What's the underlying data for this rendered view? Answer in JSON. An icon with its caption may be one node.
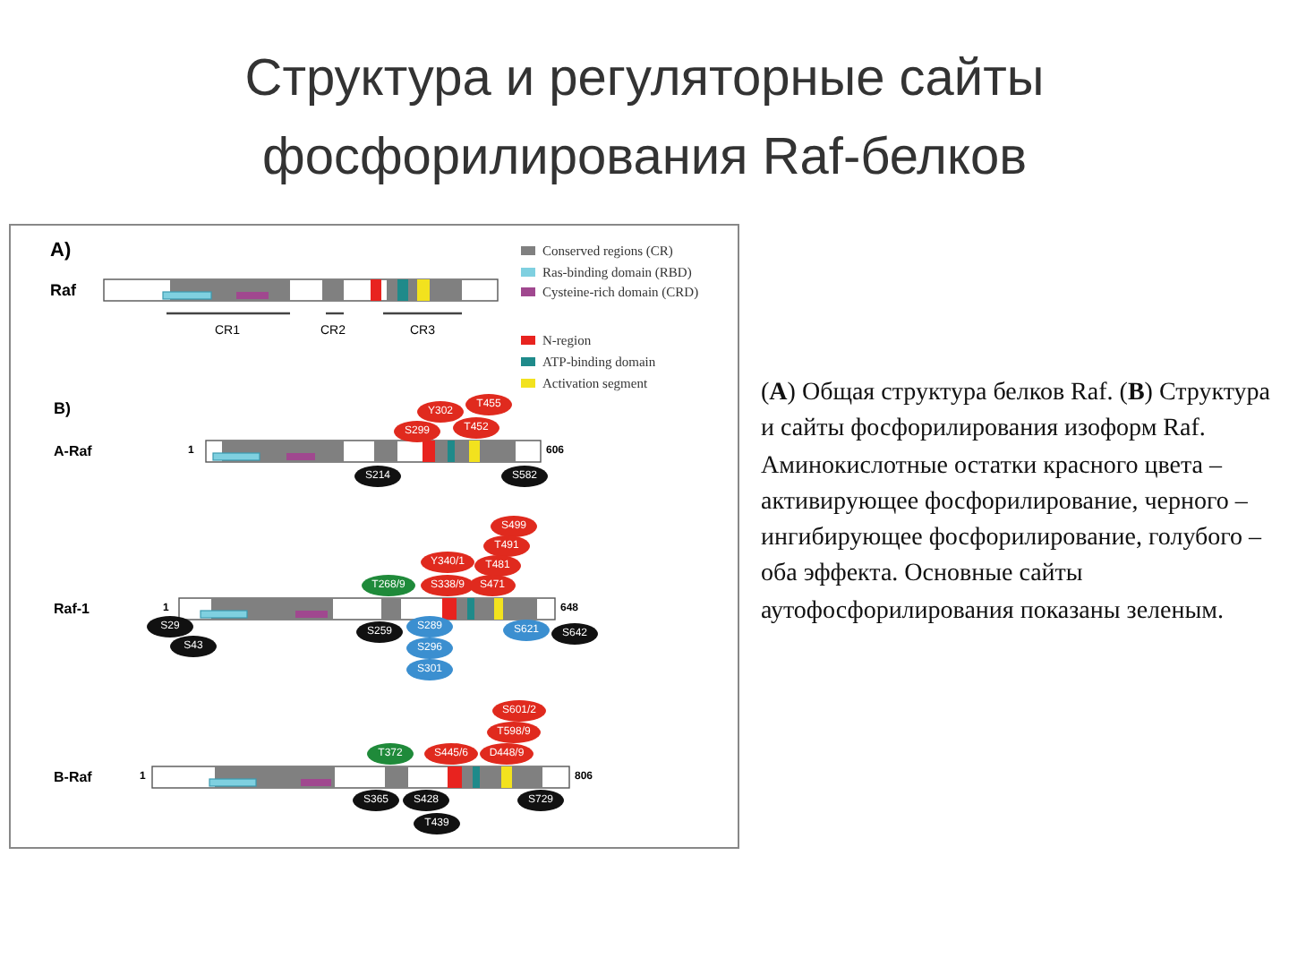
{
  "diagram": {
    "title": "Структура и регуляторные сайты фосфорилирования Raf-белков",
    "caption": "(**A**) Общая структура белков Raf.  (**B**) Структура и сайты фосфорилирования изоформ Raf. Аминокислотные остатки красного цвета – активирующее фосфорилирование, черного – ингибирующее фосфорилирование, голубого – оба эффекта. Основные сайты аутофосфорилирования показаны зеленым.",
    "nodes": [
      {
        "text": [
          "T455"
        ]
      },
      {
        "text": [
          "Y302"
        ]
      },
      {
        "text": [
          "T452"
        ]
      },
      {
        "text": [
          "S299"
        ]
      },
      {
        "text": [
          "S214"
        ]
      },
      {
        "text": [
          "S582"
        ]
      },
      {
        "text": [
          "S499"
        ]
      },
      {
        "text": [
          "T491"
        ]
      },
      {
        "text": [
          "Y340/1"
        ]
      },
      {
        "text": [
          "T481"
        ]
      },
      {
        "text": [
          "T268/9"
        ]
      },
      {
        "text": [
          "S338/9"
        ]
      },
      {
        "text": [
          "S471"
        ]
      },
      {
        "text": [
          "S29"
        ]
      },
      {
        "text": [
          "S43"
        ]
      },
      {
        "text": [
          "S259"
        ]
      },
      {
        "text": [
          "S289"
        ]
      },
      {
        "text": [
          "S296"
        ]
      },
      {
        "text": [
          "S301"
        ]
      },
      {
        "text": [
          "S621"
        ]
      },
      {
        "text": [
          "S642"
        ]
      },
      {
        "text": [
          "S601/2"
        ]
      },
      {
        "text": [
          "T598/9"
        ]
      },
      {
        "text": [
          "T372"
        ]
      },
      {
        "text": [
          "S445/6"
        ]
      },
      {
        "text": [
          "D448/9"
        ]
      },
      {
        "text": [
          "S365"
        ]
      },
      {
        "text": [
          "S428"
        ]
      },
      {
        "text": [
          "S729"
        ]
      },
      {
        "text": [
          "T439"
        ]
      }
    ],
    "labels": [
      "A)",
      "Raf",
      "CR1",
      "CR2",
      "CR3",
      "B)",
      "A-Raf",
      "1",
      "606",
      "Raf-1",
      "1",
      "648",
      "B-Raf",
      "1",
      "806"
    ],
    "legend": [
      {
        "text": "Conserved regions (CR)",
        "color": "#808080"
      },
      {
        "text": "Ras-binding domain (RBD)",
        "color": "#7fd0e0"
      },
      {
        "text": "Cysteine-rich domain (CRD)",
        "color": "#a0488f"
      },
      {
        "text": "N-region",
        "color": "#e8231f"
      },
      {
        "text": "ATP-binding domain",
        "color": "#1f8a8a"
      },
      {
        "text": "Activation segment",
        "color": "#f2e21e"
      }
    ]
  }
}
